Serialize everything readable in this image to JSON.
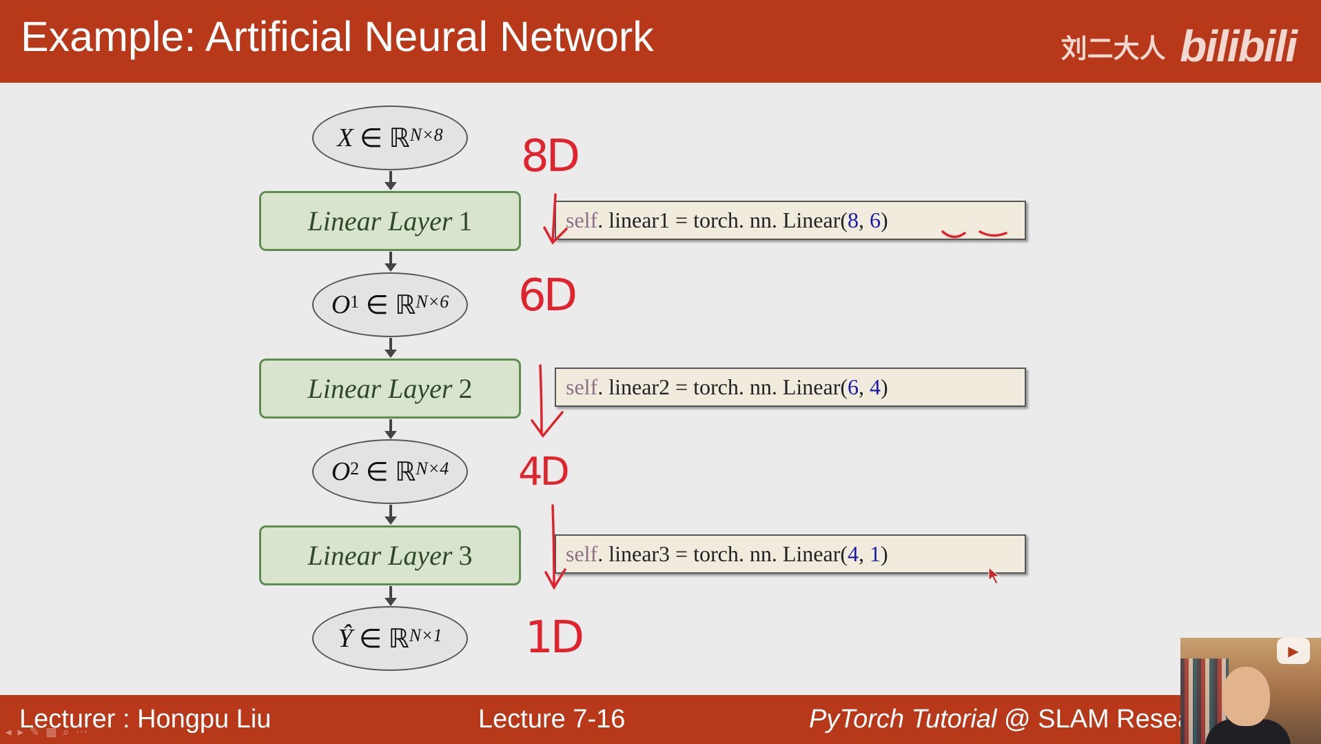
{
  "header": {
    "title": "Example: Artificial Neural Network",
    "brand_author": "刘二大人",
    "brand_logo": "bilibili"
  },
  "diagram": {
    "input_node": {
      "var": "X",
      "rel": "∈",
      "set": "ℝ",
      "dims": "N×8"
    },
    "layer1": {
      "name": "Linear Layer",
      "num": "1"
    },
    "hidden1": {
      "var": "O",
      "idx": "1",
      "rel": "∈",
      "set": "ℝ",
      "dims": "N×6"
    },
    "layer2": {
      "name": "Linear Layer",
      "num": "2"
    },
    "hidden2": {
      "var": "O",
      "idx": "2",
      "rel": "∈",
      "set": "ℝ",
      "dims": "N×4"
    },
    "layer3": {
      "name": "Linear Layer",
      "num": "3"
    },
    "output_node": {
      "var": "Ŷ",
      "rel": "∈",
      "set": "ℝ",
      "dims": "N×1"
    }
  },
  "code": {
    "line1": {
      "self": "self",
      "rest": ". linear1 = torch. nn. Linear(",
      "a": "8",
      "sep": ",  ",
      "b": "6",
      "end": ")"
    },
    "line2": {
      "self": "self",
      "rest": ". linear2 = torch. nn. Linear(",
      "a": "6",
      "sep": ",  ",
      "b": "4",
      "end": ")"
    },
    "line3": {
      "self": "self",
      "rest": ". linear3 = torch. nn. Linear(",
      "a": "4",
      "sep": ",  ",
      "b": "1",
      "end": ")"
    }
  },
  "annotations": {
    "dim1": "8D",
    "dim2": "6D",
    "dim3": "4D",
    "dim4": "1D",
    "ink_color": "#e0232d"
  },
  "footer": {
    "lecturer": "Lecturer : Hongpu Liu",
    "lecture": "Lecture 7-16",
    "tutorial_italic": "PyTorch Tutorial",
    "tutorial_rest": " @ SLAM Resea"
  },
  "colors": {
    "header_bg": "#b8391a",
    "layer_fill": "#d9e4cf",
    "layer_border": "#5e8b4f",
    "code_bg": "#f1ebde",
    "code_keyword": "#8e6f85",
    "code_number": "#1a1aa8"
  },
  "icons": [
    "slide-prev-icon",
    "slide-next-icon",
    "pen-icon",
    "slides-grid-icon",
    "zoom-icon",
    "more-icon",
    "webcam-play-icon"
  ]
}
